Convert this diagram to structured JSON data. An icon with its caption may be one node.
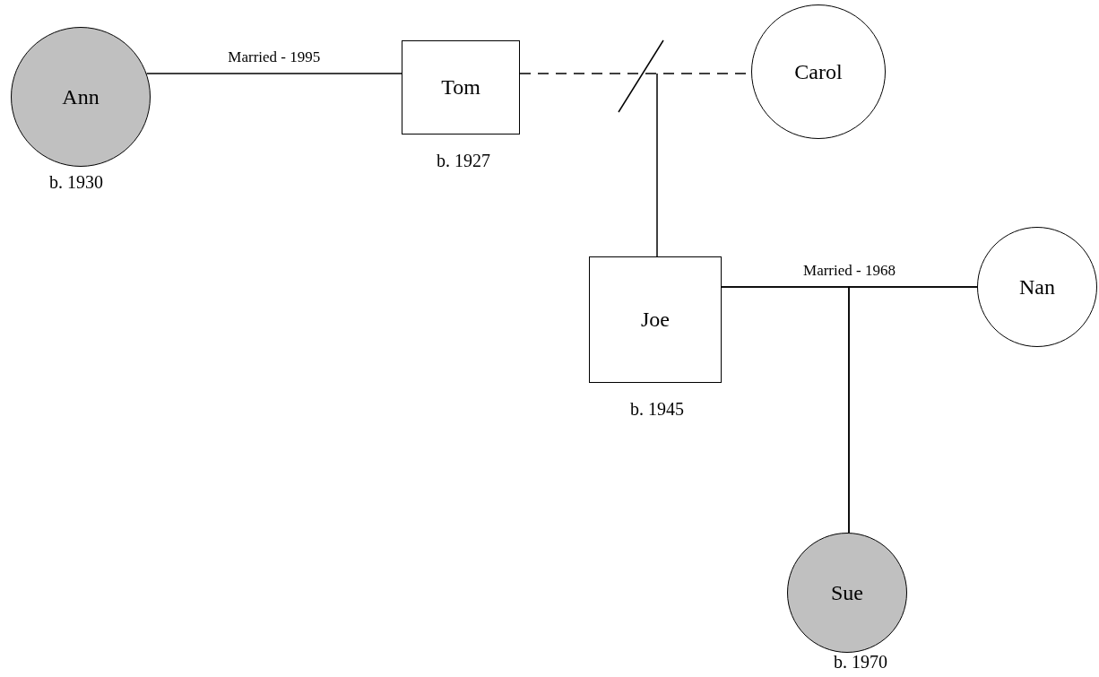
{
  "diagram": {
    "nodes": [
      {
        "text": [
          "Ann"
        ],
        "beside": [
          "b. 1930"
        ]
      },
      {
        "text": [
          "Tom"
        ],
        "beside": [
          "b. 1927"
        ]
      },
      {
        "text": [
          "Carol"
        ]
      },
      {
        "text": [
          "Joe"
        ],
        "beside": [
          "b. 1945"
        ]
      },
      {
        "text": [
          "Nan"
        ]
      },
      {
        "text": [
          "Sue"
        ],
        "beside": [
          "b. 1970"
        ]
      }
    ],
    "edges": [
      {
        "from": 0,
        "to": 1,
        "arrow": "none",
        "label": "Married - 1995"
      },
      {
        "from": 1,
        "to": 2,
        "arrow": "none",
        "style": "dashed"
      },
      {
        "from": null,
        "to": 3,
        "arrow": "none"
      },
      {
        "from": 3,
        "to": 4,
        "arrow": "none",
        "label": "Married - 1968"
      },
      {
        "from": 3,
        "to": 5,
        "arrow": "none"
      },
      {
        "from": 4,
        "to": 5,
        "arrow": "none"
      }
    ]
  }
}
